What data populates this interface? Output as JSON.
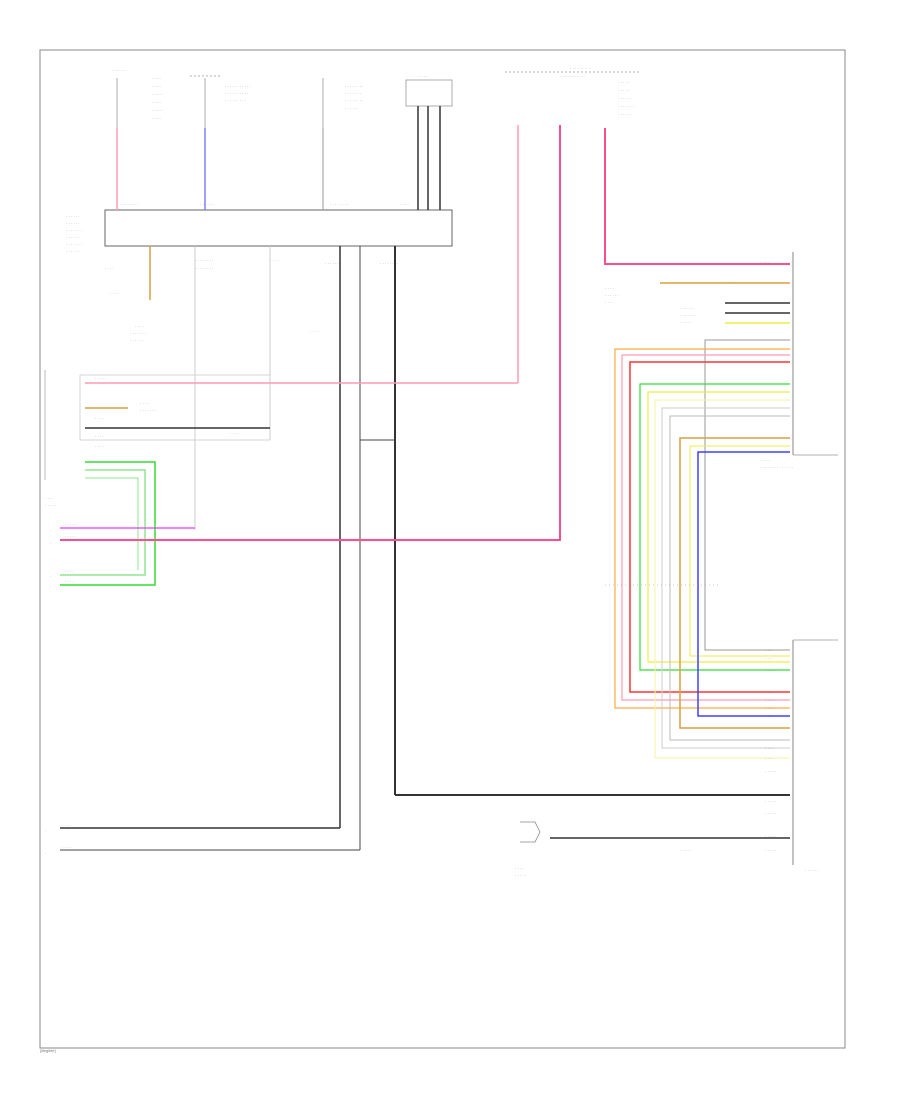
{
  "footer_code": "[illegible]",
  "colors": {
    "pink": "#ff4d8d",
    "light_pink": "#ff9cb4",
    "magenta": "#e040fb",
    "blue": "#4040ff",
    "light_blue": "#8080ff",
    "green": "#33dd33",
    "light_green": "#8fe88f",
    "yellow": "#eeee44",
    "orange": "#ffaa44",
    "tan": "#d9a040",
    "red": "#ff3333",
    "gray": "#999999",
    "dark": "#333333",
    "frame": "#888888"
  },
  "components": [
    {
      "id": "hot-at-all-times-fuse",
      "label": "[illegible]"
    },
    {
      "id": "instrument-cluster-module",
      "label": "[illegible]"
    },
    {
      "id": "body-control-module",
      "label": "[illegible]"
    },
    {
      "id": "central-locking-module-left",
      "label": "[illegible]"
    },
    {
      "id": "central-locking-module-right",
      "label": "[illegible]"
    },
    {
      "id": "radio-sensor",
      "label": "[illegible]"
    }
  ]
}
